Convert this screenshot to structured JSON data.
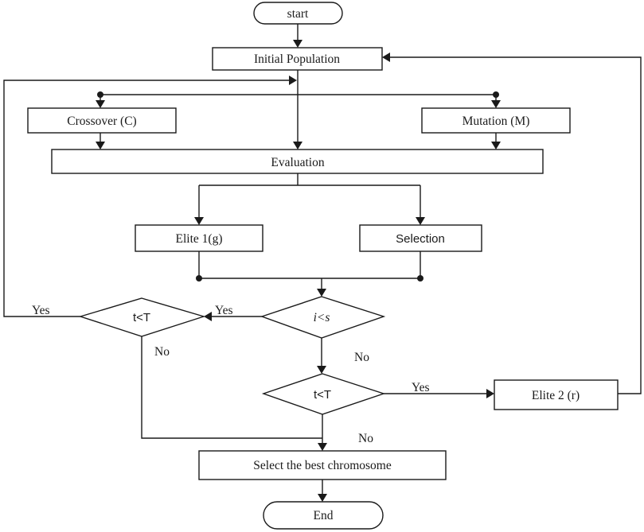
{
  "nodes": {
    "start": "start",
    "initial_population": "Initial Population",
    "crossover": "Crossover (C)",
    "mutation": "Mutation (M)",
    "evaluation": "Evaluation",
    "elite1": "Elite 1(g)",
    "selection": "Selection",
    "decision_inner": "i<s",
    "decision_outer_left": "t<T",
    "decision_outer_bottom": "t<T",
    "elite2": "Elite 2 (r)",
    "select_best": "Select the best chromosome",
    "end": "End"
  },
  "edge_labels": {
    "outer_left_yes": "Yes",
    "inner_yes": "Yes",
    "outer_left_no": "No",
    "inner_no": "No",
    "outer_bottom_yes": "Yes",
    "outer_bottom_no": "No"
  }
}
